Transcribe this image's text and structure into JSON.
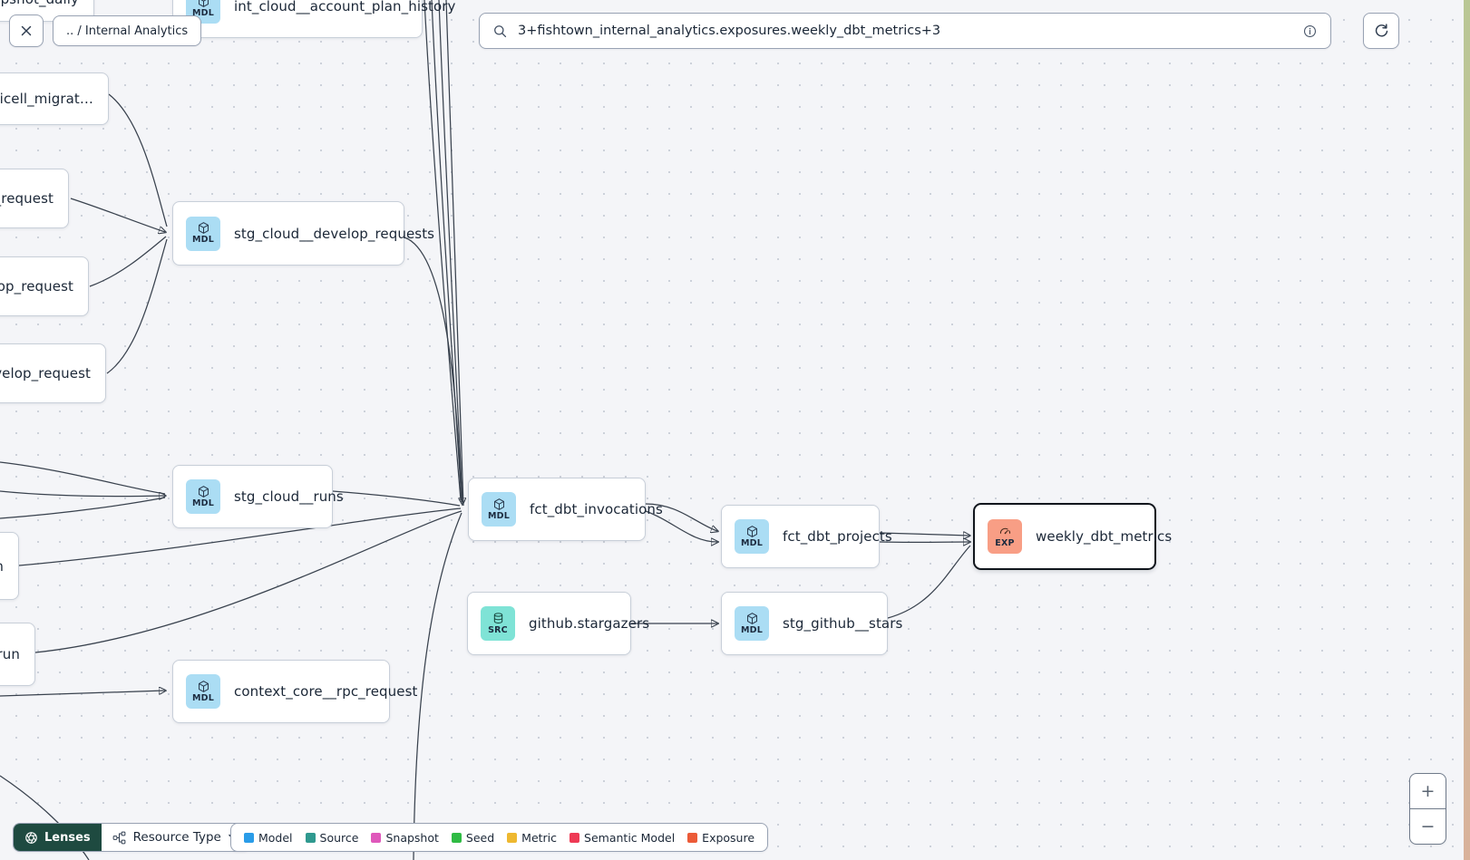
{
  "toolbar": {
    "breadcrumb": ".. / Internal Analytics",
    "search_value": "3+fishtown_internal_analytics.exposures.weekly_dbt_metrics+3"
  },
  "nodes": [
    {
      "label": "snapshot_daily",
      "badge": ""
    },
    {
      "label": "int_cloud__account_plan_history",
      "badge": "MDL"
    },
    {
      "label": "multicell_migrat…",
      "badge": ""
    },
    {
      "label": "p_request",
      "badge": ""
    },
    {
      "label": "stg_cloud__develop_requests",
      "badge": "MDL"
    },
    {
      "label": "velop_request",
      "badge": ""
    },
    {
      "label": ".develop_request",
      "badge": ""
    },
    {
      "label": "stg_cloud__runs",
      "badge": "MDL"
    },
    {
      "label": "n",
      "badge": ""
    },
    {
      "label": ".run",
      "badge": ""
    },
    {
      "label": "fct_dbt_invocations",
      "badge": "MDL"
    },
    {
      "label": "fct_dbt_projects",
      "badge": "MDL"
    },
    {
      "label": "weekly_dbt_metrics",
      "badge": "EXP",
      "selected": true
    },
    {
      "label": "github.stargazers",
      "badge": "SRC"
    },
    {
      "label": "stg_github__stars",
      "badge": "MDL"
    },
    {
      "label": "context_core__rpc_request",
      "badge": "MDL"
    }
  ],
  "lenses": {
    "label": "Lenses",
    "resource_type_label": "Resource Type"
  },
  "legend": {
    "items": [
      {
        "label": "Model",
        "color": "#2a9ce8"
      },
      {
        "label": "Source",
        "color": "#2f998f"
      },
      {
        "label": "Snapshot",
        "color": "#df58bb"
      },
      {
        "label": "Seed",
        "color": "#2fbb44"
      },
      {
        "label": "Metric",
        "color": "#eeb830"
      },
      {
        "label": "Semantic Model",
        "color": "#ee3a55"
      },
      {
        "label": "Exposure",
        "color": "#ec5b38"
      }
    ]
  },
  "zoom_controls": {
    "zoom_in": "+",
    "zoom_out": "−"
  },
  "colors": {
    "model_badge_bg": "#abddf4",
    "source_badge_bg": "#7fe3d6",
    "exposure_badge_bg": "#f89e85",
    "lenses_bg": "#1e4a40",
    "edge": "#39424e",
    "selected_border": "#10151c"
  },
  "icons": {
    "close": "x",
    "search": "magnifier",
    "info": "info-circle",
    "refresh": "circular-arrow",
    "model": "cube",
    "source": "database-cylinder",
    "exposure": "gauge",
    "lenses": "aperture",
    "resource_type": "sitemap",
    "chevron": "chevron-down"
  }
}
